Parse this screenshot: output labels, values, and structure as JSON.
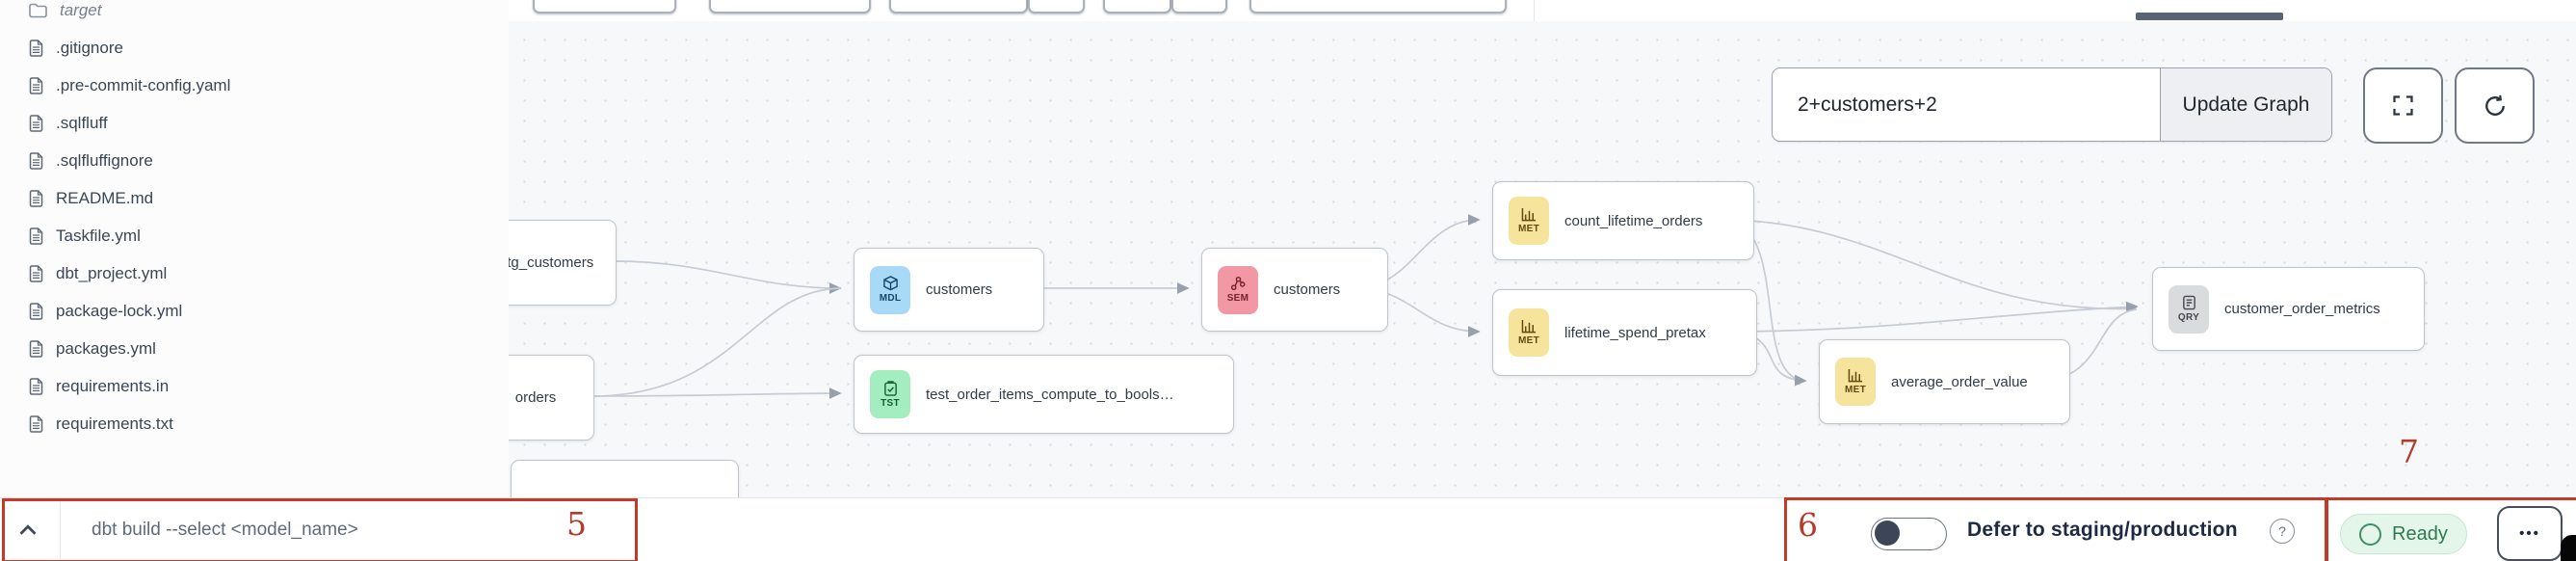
{
  "sidebar": {
    "folder": "target",
    "files": [
      ".gitignore",
      ".pre-commit-config.yaml",
      ".sqlfluff",
      ".sqlfluffignore",
      "README.md",
      "Taskfile.yml",
      "dbt_project.yml",
      "package-lock.yml",
      "packages.yml",
      "requirements.in",
      "requirements.txt"
    ]
  },
  "graph": {
    "selector_value": "2+customers+2",
    "update_button": "Update Graph",
    "nodes": [
      {
        "label": "stg_customers",
        "badge": ""
      },
      {
        "label": "orders",
        "badge": ""
      },
      {
        "label": "",
        "badge": ""
      },
      {
        "label": "customers",
        "badge": "MDL"
      },
      {
        "label": "test_order_items_compute_to_bools…",
        "badge": "TST"
      },
      {
        "label": "customers",
        "badge": "SEM"
      },
      {
        "label": "count_lifetime_orders",
        "badge": "MET"
      },
      {
        "label": "lifetime_spend_pretax",
        "badge": "MET"
      },
      {
        "label": "average_order_value",
        "badge": "MET"
      },
      {
        "label": "customer_order_metrics",
        "badge": "QRY"
      }
    ]
  },
  "command_bar": {
    "command": "dbt build --select <model_name>"
  },
  "defer": {
    "label": "Defer to staging/production",
    "help_glyph": "?"
  },
  "status": {
    "label": "Ready"
  },
  "menu": {
    "dots": "•••"
  },
  "annotations": {
    "five": "5",
    "six": "6",
    "seven": "7"
  },
  "colors": {
    "annotation_red": "#c23b28",
    "badge_mdl": "#a8d9f6",
    "badge_tst": "#a3edc0",
    "badge_sem": "#f298a4",
    "badge_met": "#f6e49d",
    "badge_qry": "#dadbdd",
    "ready_green": "#2f7a50",
    "edge_gray": "#c6ccd4"
  }
}
